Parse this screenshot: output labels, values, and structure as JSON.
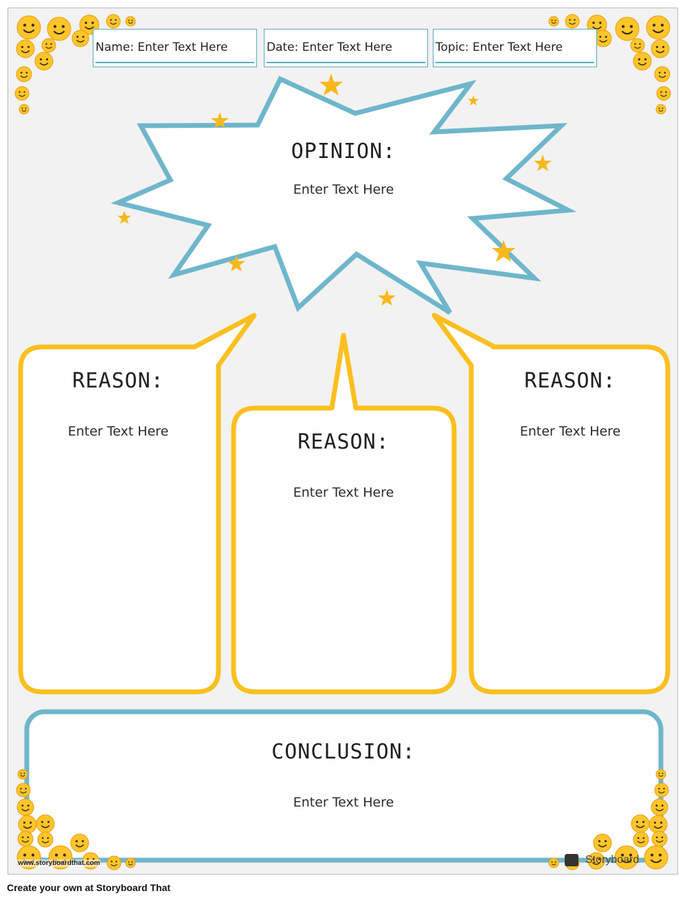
{
  "header": {
    "name_field": "Name: Enter Text Here",
    "date_field": "Date: Enter Text Here",
    "topic_field": "Topic: Enter Text Here"
  },
  "opinion": {
    "title": "OPINION:",
    "text": "Enter Text Here"
  },
  "reasons": [
    {
      "title": "REASON:",
      "text": "Enter Text Here"
    },
    {
      "title": "REASON:",
      "text": "Enter Text Here"
    },
    {
      "title": "REASON:",
      "text": "Enter Text Here"
    }
  ],
  "conclusion": {
    "title": "CONCLUSION:",
    "text": "Enter Text Here"
  },
  "watermark": {
    "left": "www.storyboardthat.com",
    "right": "Storyboard"
  },
  "footer": "Create your own at Storyboard That",
  "colors": {
    "blue": "#6fb6cb",
    "yellow": "#fbbf1f",
    "star": "#f6b81c",
    "emoji": "#ffc52b"
  },
  "icons": [
    "emoji-icon",
    "star-icon",
    "storyboard-logo-icon"
  ]
}
